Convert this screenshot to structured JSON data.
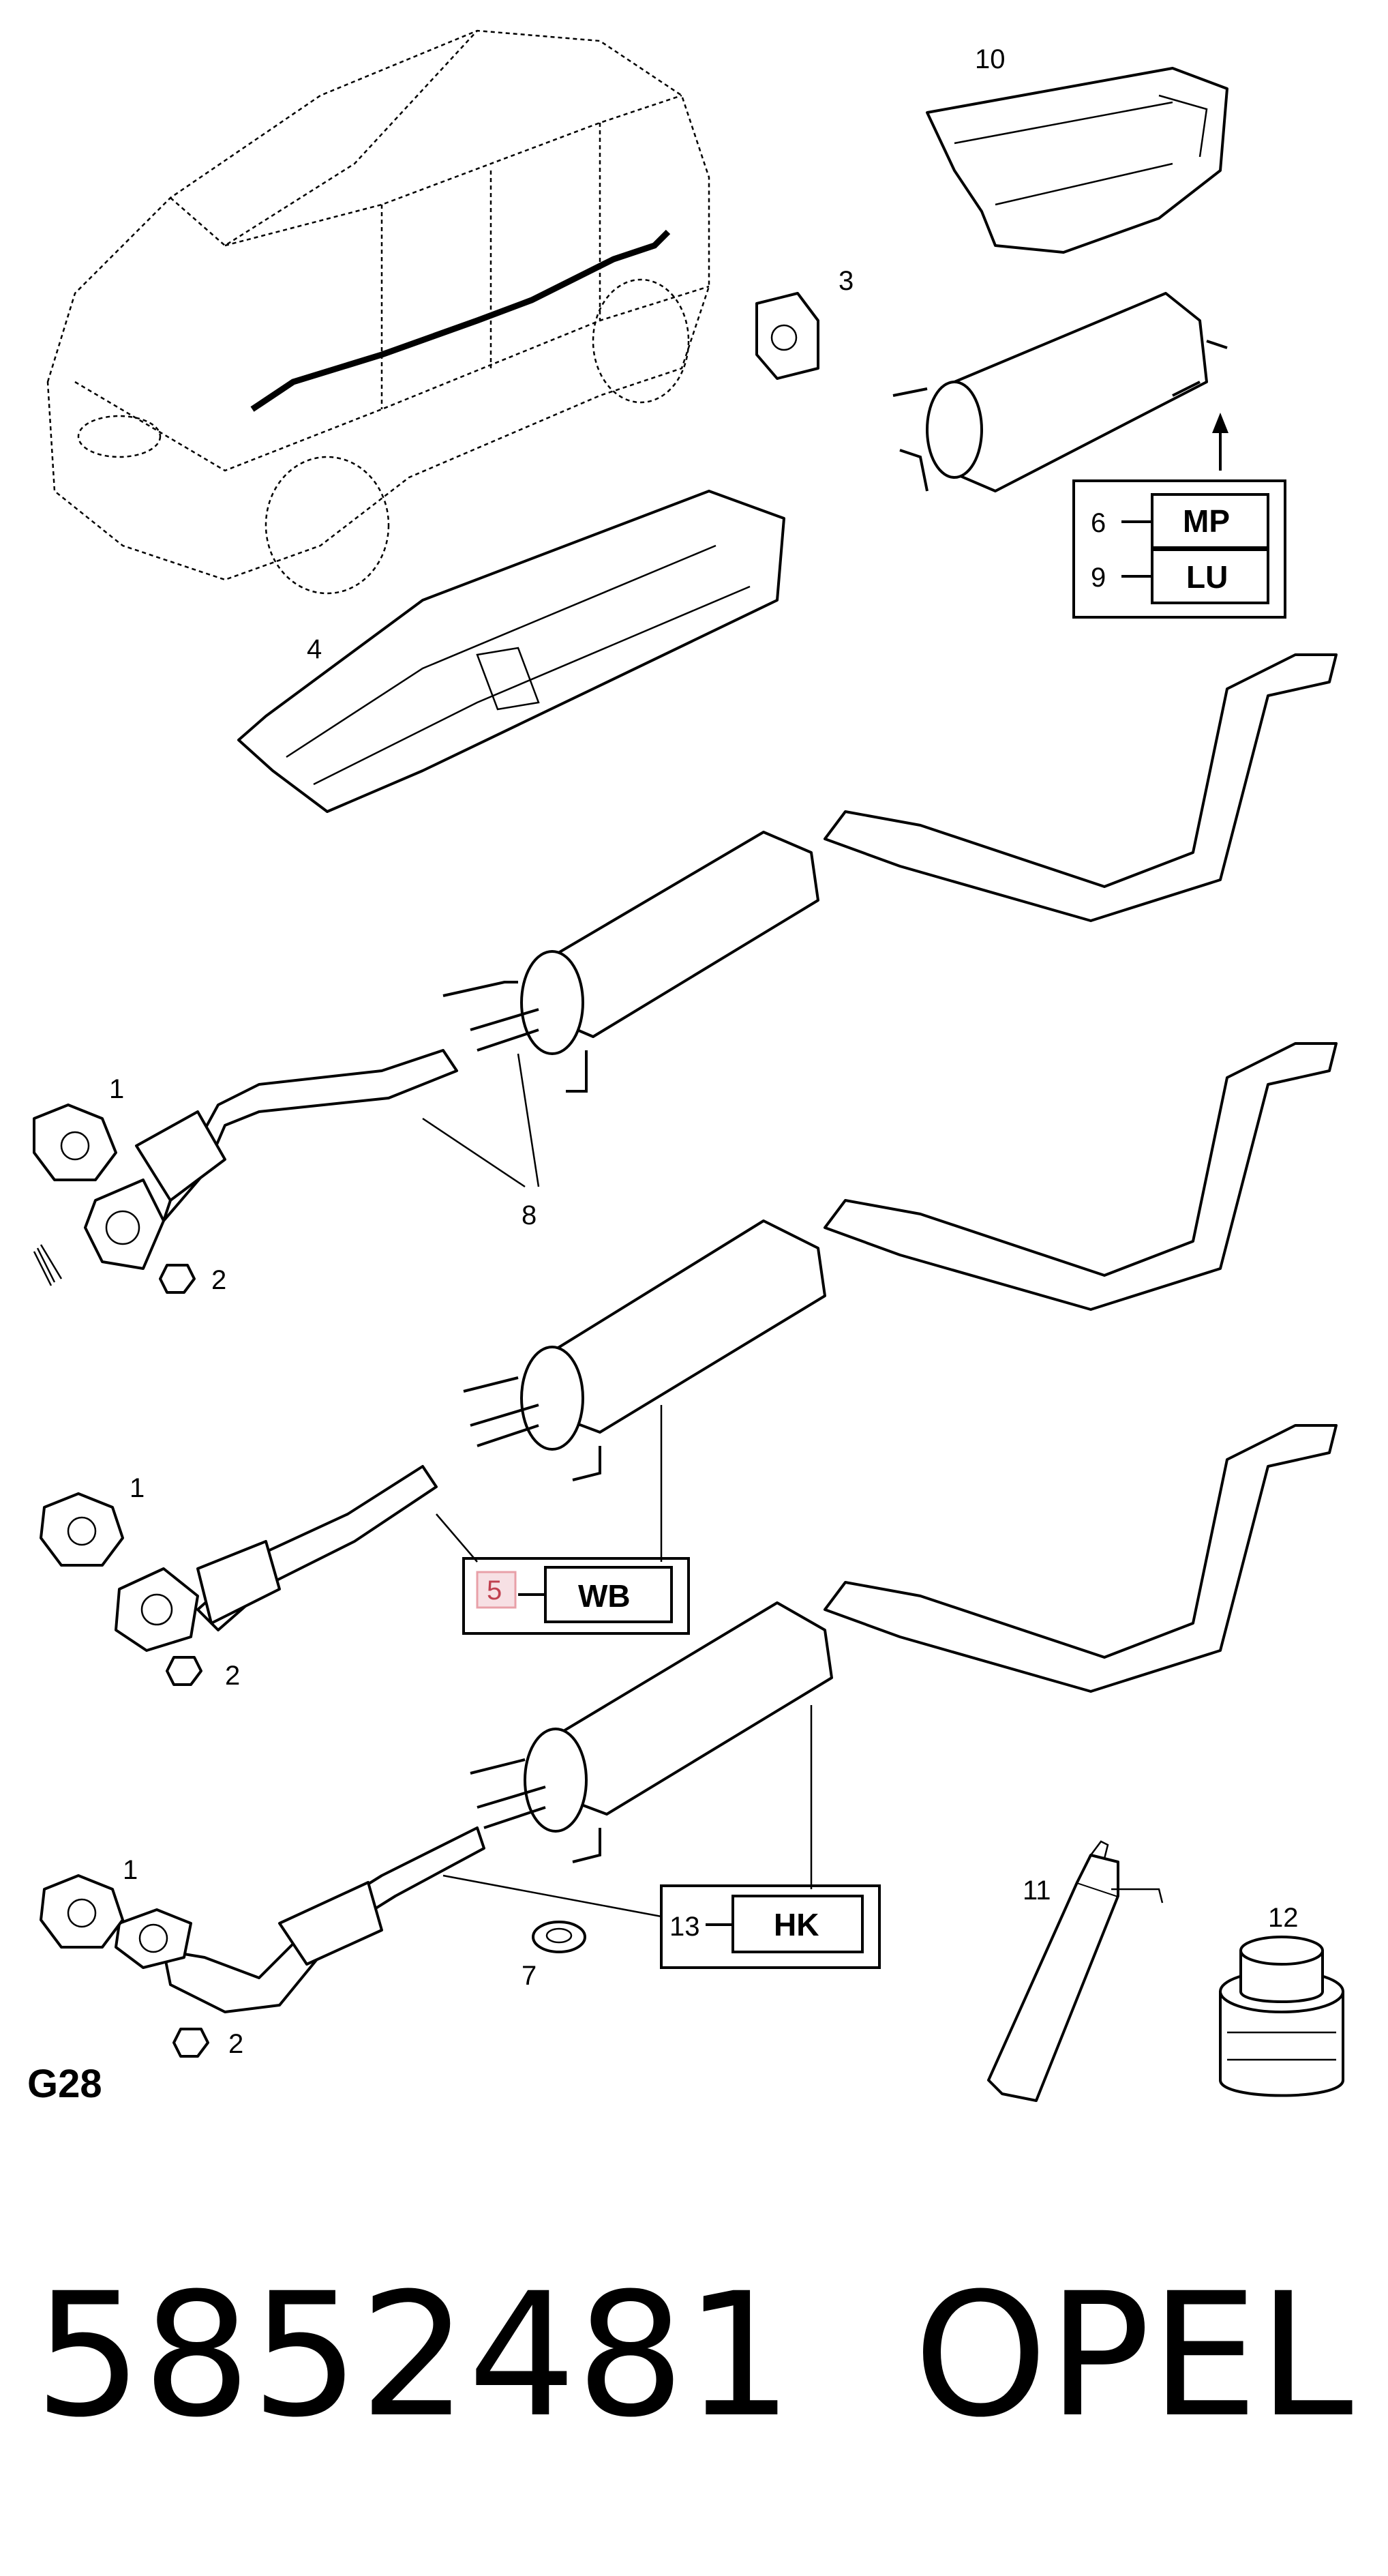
{
  "callouts": {
    "c1a": "1",
    "c2a": "2",
    "c3": "3",
    "c4": "4",
    "c6": "6",
    "c7": "7",
    "c8": "8",
    "c9": "9",
    "c10": "10",
    "c11": "11",
    "c12": "12",
    "c1b": "1",
    "c2b": "2",
    "c5": "5",
    "c1c": "1",
    "c2c": "2",
    "c13": "13"
  },
  "codes": {
    "mp": "MP",
    "lu": "LU",
    "wb": "WB",
    "hk": "HK"
  },
  "group_code": "G28",
  "part_number": "5852481",
  "brand": "OPEL",
  "colors": {
    "line": "#000000",
    "highlight": "#e8a0a8",
    "background": "#ffffff"
  }
}
